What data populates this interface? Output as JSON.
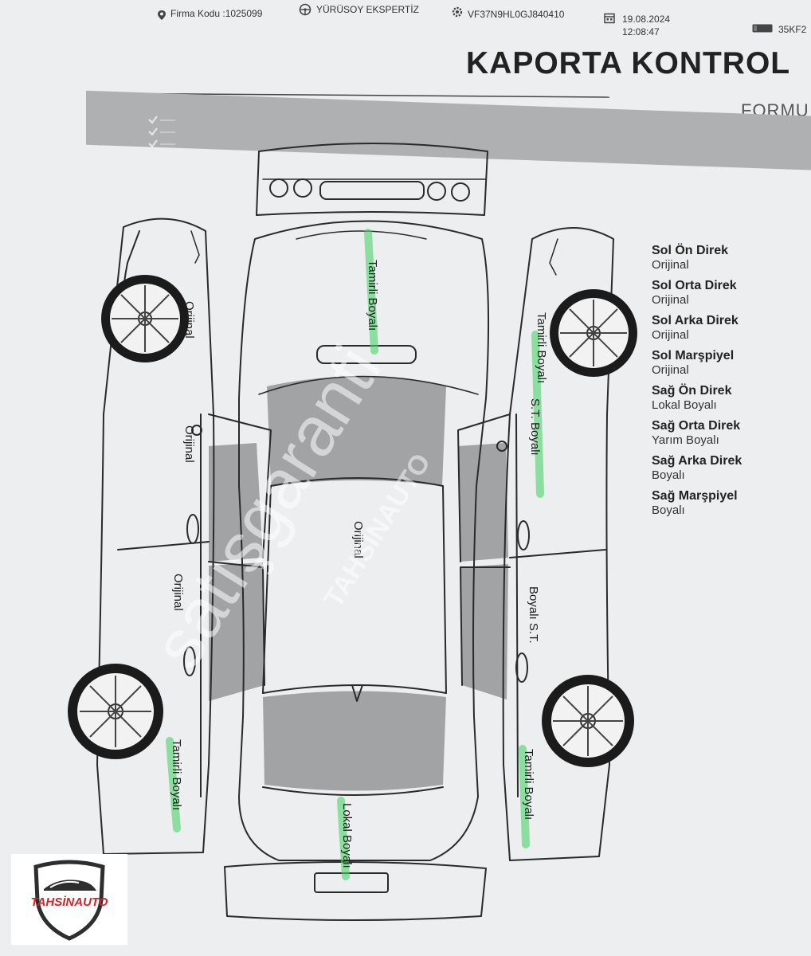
{
  "watermark_id": "#1210232492",
  "header": {
    "firma_kodu": "Firma Kodu :1025099",
    "company": "YÜRÜSOY EKSPERTİZ",
    "vin": "VF37N9HL0GJ840410",
    "date": "19.08.2024",
    "time": "12:08:47",
    "plate": "35KF2"
  },
  "report": {
    "title": "KAPORTA KONTROL",
    "subtitle": "FORMU"
  },
  "diagram_labels": {
    "hood": "Tamirli Boyalı",
    "roof": "Orijinal",
    "trunk": "Lokal Boyalı",
    "left_front_fender": "Orijinal",
    "left_front_door": "Orijinal",
    "left_rear_door": "Orijinal",
    "left_rear_fender": "Tamirli Boyalı",
    "right_front_fender": "Tamirli Boyalı",
    "right_front_door": "S.T. Boyalı",
    "right_rear_door": "Boyalı S.T.",
    "right_rear_fender": "Tamirli Boyalı"
  },
  "legend": [
    {
      "label": "Sol Ön Direk",
      "value": "Orijinal"
    },
    {
      "label": "Sol Orta Direk",
      "value": "Orijinal"
    },
    {
      "label": "Sol Arka Direk",
      "value": "Orijinal"
    },
    {
      "label": "Sol Marşpiyel",
      "value": "Orijinal"
    },
    {
      "label": "Sağ Ön Direk",
      "value": "Lokal Boyalı"
    },
    {
      "label": "Sağ Orta Direk",
      "value": "Yarım Boyalı"
    },
    {
      "label": "Sağ Arka Direk",
      "value": "Boyalı"
    },
    {
      "label": "Sağ Marşpiyel",
      "value": "Boyalı"
    }
  ],
  "watermark": {
    "site": "satışgaranti",
    "dealer": "TAHSİNAUTO"
  },
  "logo": {
    "text": "TAHSİNAUTO"
  },
  "colors": {
    "highlighter": "#4cd46a",
    "logo_red": "#d6232a",
    "paper": "#eceeef"
  }
}
